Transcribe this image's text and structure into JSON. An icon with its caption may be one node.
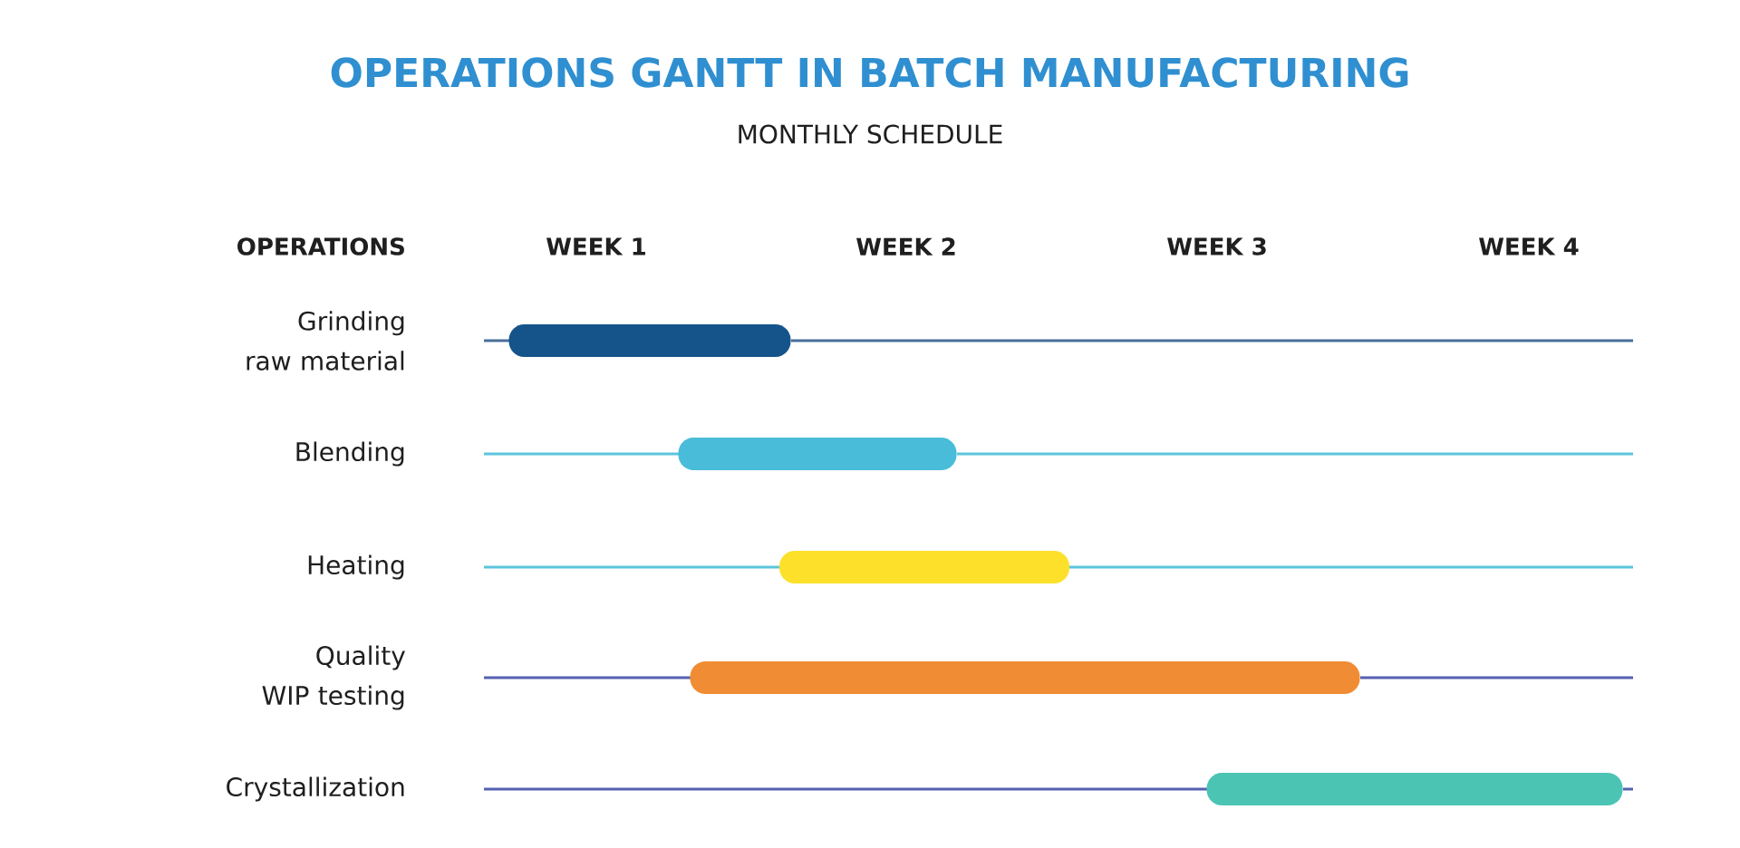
{
  "diagram": {
    "title": "OPERATIONS GANTT IN BATCH MANUFACTURING",
    "nodes": [
      {
        "text": [],
        "shape": "bar"
      },
      {
        "text": [],
        "shape": "bar"
      },
      {
        "text": [],
        "shape": "bar"
      },
      {
        "text": [],
        "shape": "bar"
      },
      {
        "text": [],
        "shape": "bar"
      }
    ],
    "labels": [
      "MONTHLY SCHEDULE",
      "OPERATIONS",
      "WEEK 1",
      "WEEK 2",
      "WEEK 3",
      "WEEK 4",
      "Grinding raw material",
      "Blending",
      "Heating",
      "Quality WIP testing",
      "Crystallization"
    ]
  }
}
